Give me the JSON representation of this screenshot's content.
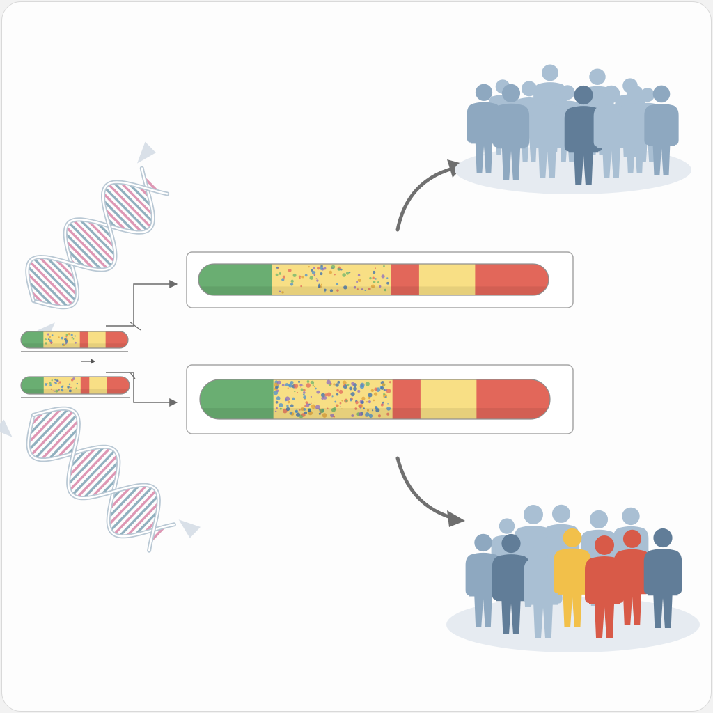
{
  "diagram": {
    "colors": {
      "green": "#6aae72",
      "yellow": "#f8df85",
      "red": "#e2675a",
      "person_light": "#a9bfd3",
      "person_mid": "#8ea8c0",
      "person_dark": "#617d98",
      "person_yellow": "#f2c04a",
      "person_red": "#d85a48",
      "arrow": "#707070",
      "helix_pink": "#d986a8",
      "helix_blue": "#7fa3b5",
      "helix_outline": "#b9c8d4",
      "mutation_dots": [
        "#e36a5c",
        "#4a8fcf",
        "#6cb46c",
        "#e0a13a",
        "#3a6db0",
        "#8c6cc0"
      ]
    },
    "chromosomes": {
      "segments": [
        {
          "color": "green",
          "fraction": 0.21
        },
        {
          "color": "yellow",
          "fraction": 0.34,
          "mutations": true
        },
        {
          "color": "red",
          "fraction": 0.08
        },
        {
          "color": "yellow",
          "fraction": 0.16
        },
        {
          "color": "red",
          "fraction": 0.21
        }
      ],
      "top_large_mutation_density": 0.55,
      "bottom_large_mutation_density": 1.0
    },
    "population_top": {
      "description_icons": [
        "person-light",
        "person-mid",
        "person-dark"
      ],
      "highlight_count": 0
    },
    "population_bottom": {
      "highlighted": [
        {
          "index": 3,
          "color": "person_yellow"
        },
        {
          "index": 4,
          "color": "person_red"
        },
        {
          "index": 5,
          "color": "person_red"
        }
      ]
    }
  }
}
